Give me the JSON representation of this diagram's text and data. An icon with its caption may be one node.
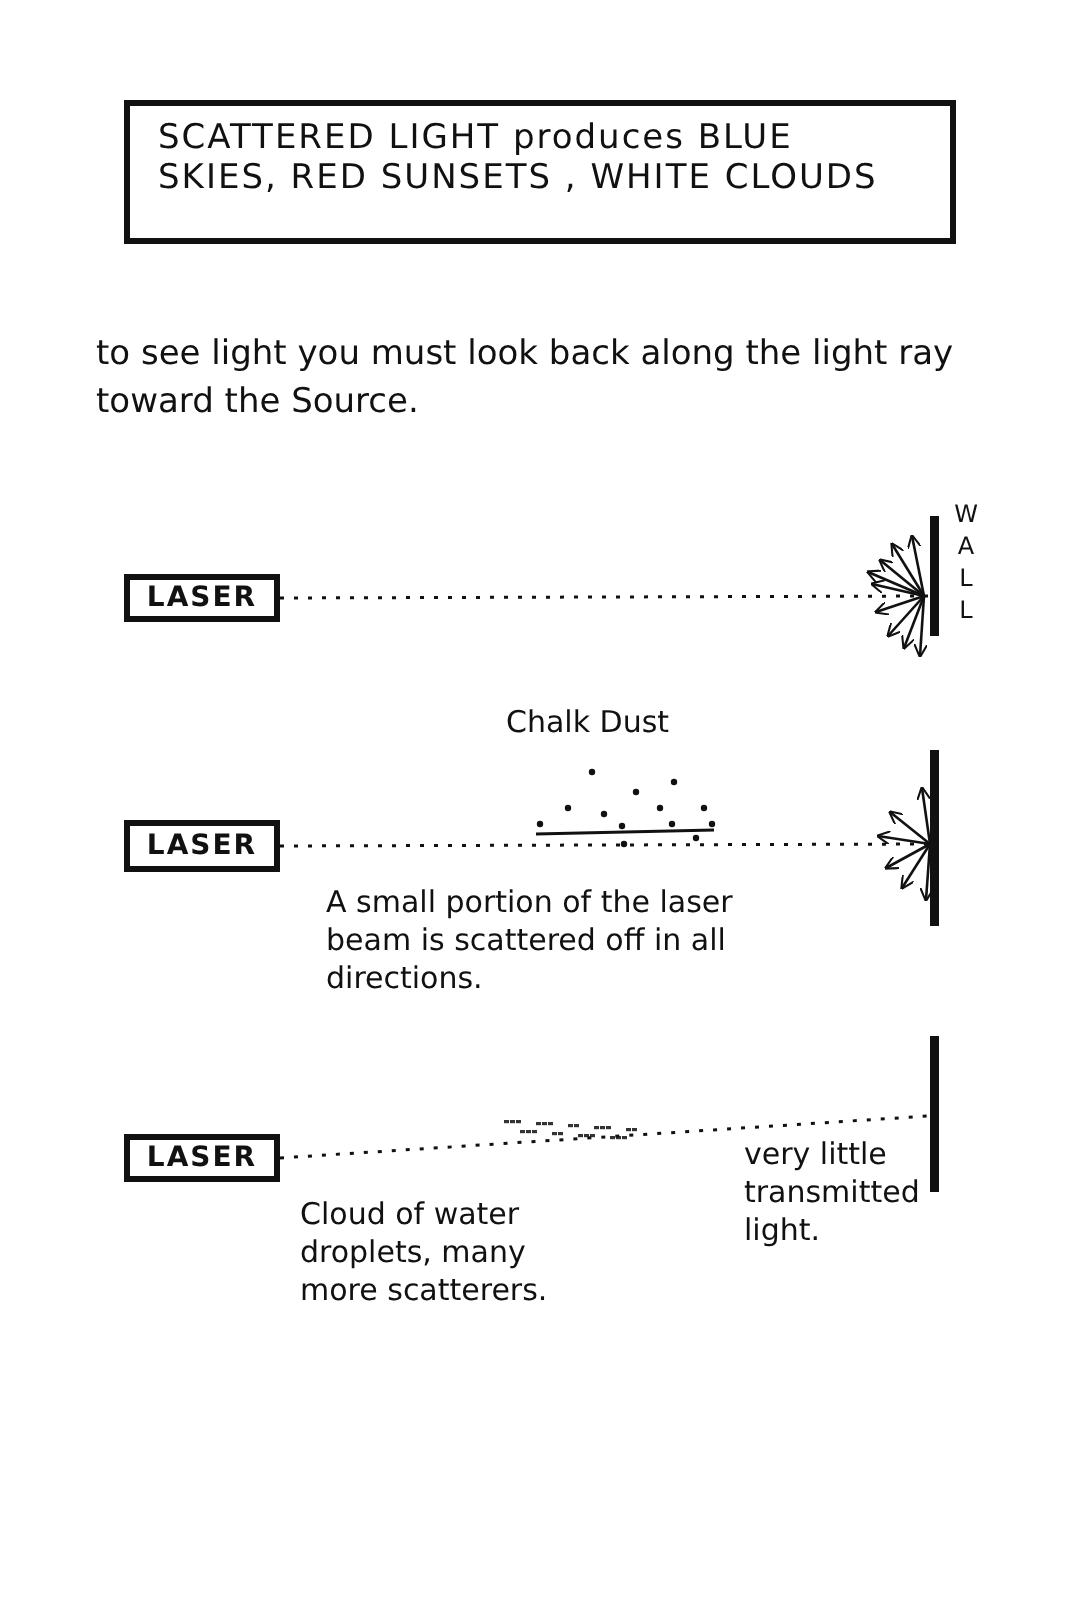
{
  "diagram": {
    "nodes": [
      {
        "text": [
          "SCATTERED LIGHT produces BLUE SKIES, RED SUNSETS , WHITE CLOUDS"
        ]
      },
      {
        "text": [
          "LASER"
        ]
      },
      {
        "text": [
          "WALL"
        ]
      },
      {
        "text": [
          "LASER"
        ]
      },
      {
        "text": [],
        "shape": "bar"
      },
      {
        "text": [
          "LASER"
        ]
      },
      {
        "text": [],
        "shape": "bar"
      }
    ],
    "edges": [
      {
        "from": 1,
        "to": 2,
        "arrow": "none",
        "style": "dashed"
      },
      {
        "from": 3,
        "to": 4,
        "arrow": "none",
        "style": "dashed"
      },
      {
        "from": 5,
        "to": 6,
        "arrow": "none",
        "style": "dashed"
      }
    ],
    "labels": [
      "to see light you must look back along the light ray toward the Source.",
      "Chalk Dust",
      "A small portion of the laser beam is scattered off in all directions.",
      "Cloud of water droplets, many more scatterers.",
      "very little transmitted light."
    ]
  }
}
